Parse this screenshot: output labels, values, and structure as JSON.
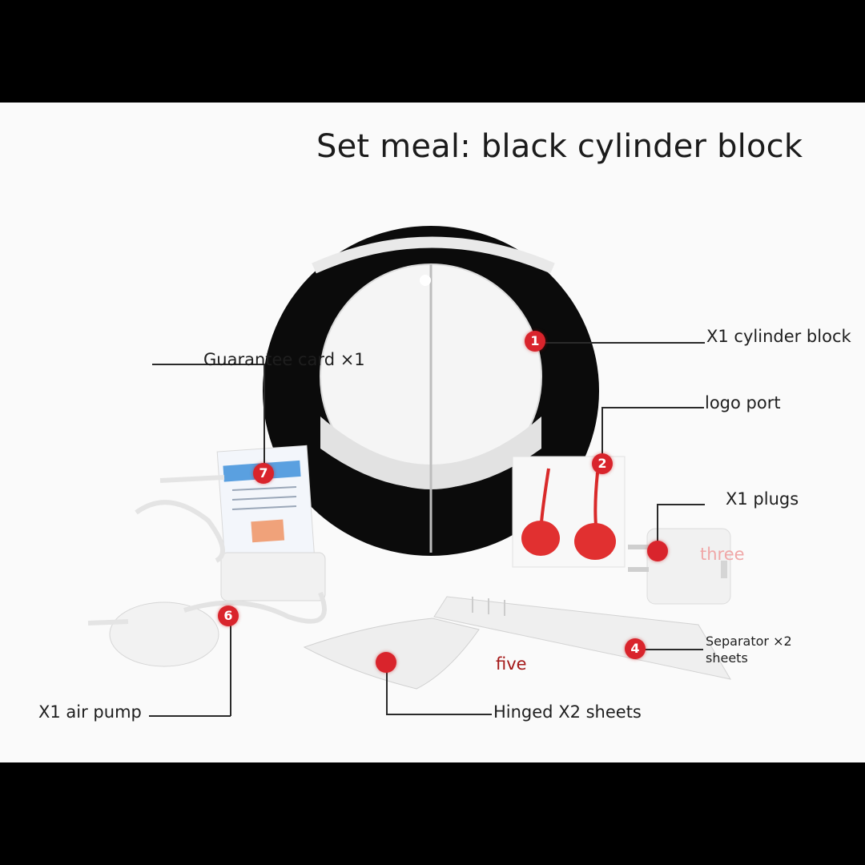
{
  "title": "Set meal: black cylinder block",
  "callouts": {
    "cylinder_block": {
      "number": "1",
      "label": "X1 cylinder block"
    },
    "logo_port": {
      "number": "2",
      "label": "logo port"
    },
    "plugs": {
      "label": "X1 plugs",
      "tag": "three"
    },
    "separator": {
      "number": "4",
      "label": "Separator ×2 sheets"
    },
    "hinged": {
      "label": "Hinged X2 sheets",
      "tag": "five"
    },
    "air_pump": {
      "number": "6",
      "label": "X1 air pump"
    },
    "guarantee_card": {
      "number": "7",
      "label": "Guarantee card ×1"
    }
  },
  "colors": {
    "accent": "#d9242c",
    "tag_red": "#a41818",
    "cylinder": "#0c0c0c"
  }
}
